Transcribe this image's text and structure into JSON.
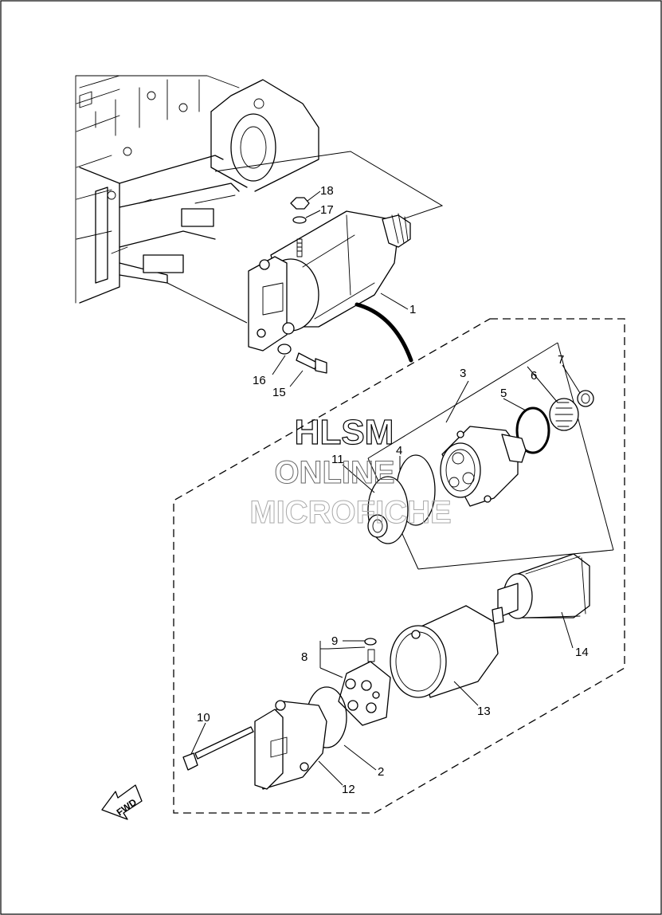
{
  "watermark": {
    "line1": "HLSM",
    "line2": "ONLINE",
    "line3": "MICROFICHE"
  },
  "direction_label": "FWD",
  "callouts": {
    "c1": "1",
    "c2": "2",
    "c3": "3",
    "c4": "4",
    "c5": "5",
    "c6": "6",
    "c7": "7",
    "c8": "8",
    "c9": "9",
    "c10": "10",
    "c11": "11",
    "c12": "12",
    "c13": "13",
    "c14": "14",
    "c15": "15",
    "c16": "16",
    "c17": "17",
    "c18": "18"
  }
}
